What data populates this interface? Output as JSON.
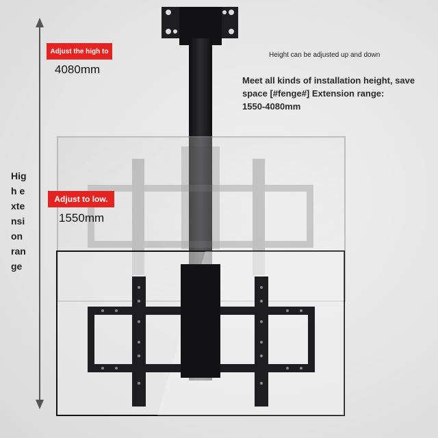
{
  "labels": {
    "adjust_high_tag": "Adjust the high to",
    "adjust_high_value": "4080mm",
    "adjust_low_tag": "Adjust to low.",
    "adjust_low_value": "1550mm",
    "height_note": "Height can be adjusted up and down",
    "install_lines": [
      "Meet all kinds of installation height, save",
      "space [#fenge#] Extension range:",
      "1550-4080mm"
    ],
    "vertical_lines": [
      "Hig",
      "h e",
      "xte",
      "nsi",
      "on",
      "ran",
      "ge"
    ]
  },
  "colors": {
    "accent_red": "#e52421",
    "bracket_dark": "#1e1e20",
    "frame_outline": "#111111"
  },
  "icons": {
    "height_arrow": "double-headed-vertical-arrow"
  }
}
